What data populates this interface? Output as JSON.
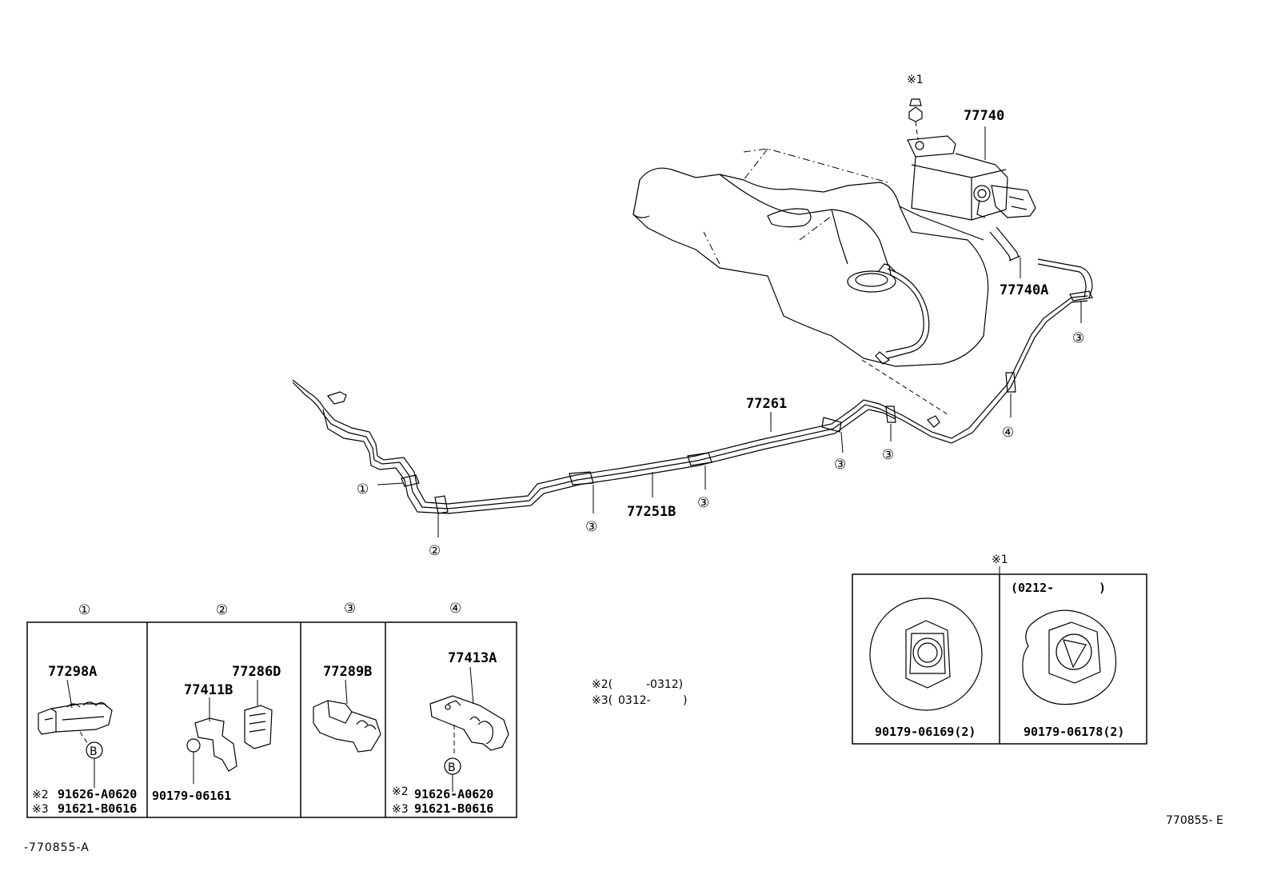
{
  "parts": {
    "canister": "77740",
    "hose": "77740A",
    "tube_main": "77261",
    "tube_b": "77251B"
  },
  "callouts": {
    "c1": "①",
    "c2": "②",
    "c3": "③",
    "c4": "④",
    "ast1": "※1",
    "letter_b": "B"
  },
  "clamp_panel": {
    "headers": [
      "①",
      "②",
      "③",
      "④"
    ],
    "p1_part": "77298A",
    "p2_part_a": "77411B",
    "p2_part_b": "77286D",
    "p2_bolt": "90179-06161",
    "p3_part": "77289B",
    "p4_part": "77413A",
    "p1_note2_mark": "※2",
    "p1_note2_pn": "91626-A0620",
    "p1_note3_mark": "※3",
    "p1_note3_pn": "91621-B0616",
    "p4_note2_mark": "※2",
    "p4_note2_pn": "91626-A0620",
    "p4_note3_mark": "※3",
    "p4_note3_pn": "91621-B0616"
  },
  "notes": {
    "n2_mark": "※2(",
    "n2_range": "-0312)",
    "n3_mark": "※3(",
    "n3_range": "0312-",
    "n3_close": ")"
  },
  "nut_panel": {
    "ref": "※1",
    "date_open": "(0212-",
    "date_close": ")",
    "left_part": "90179-06169(2)",
    "right_part": "90179-06178(2)"
  },
  "codes": {
    "figure_code": "770855- E",
    "sub_code": "-770855-A"
  }
}
